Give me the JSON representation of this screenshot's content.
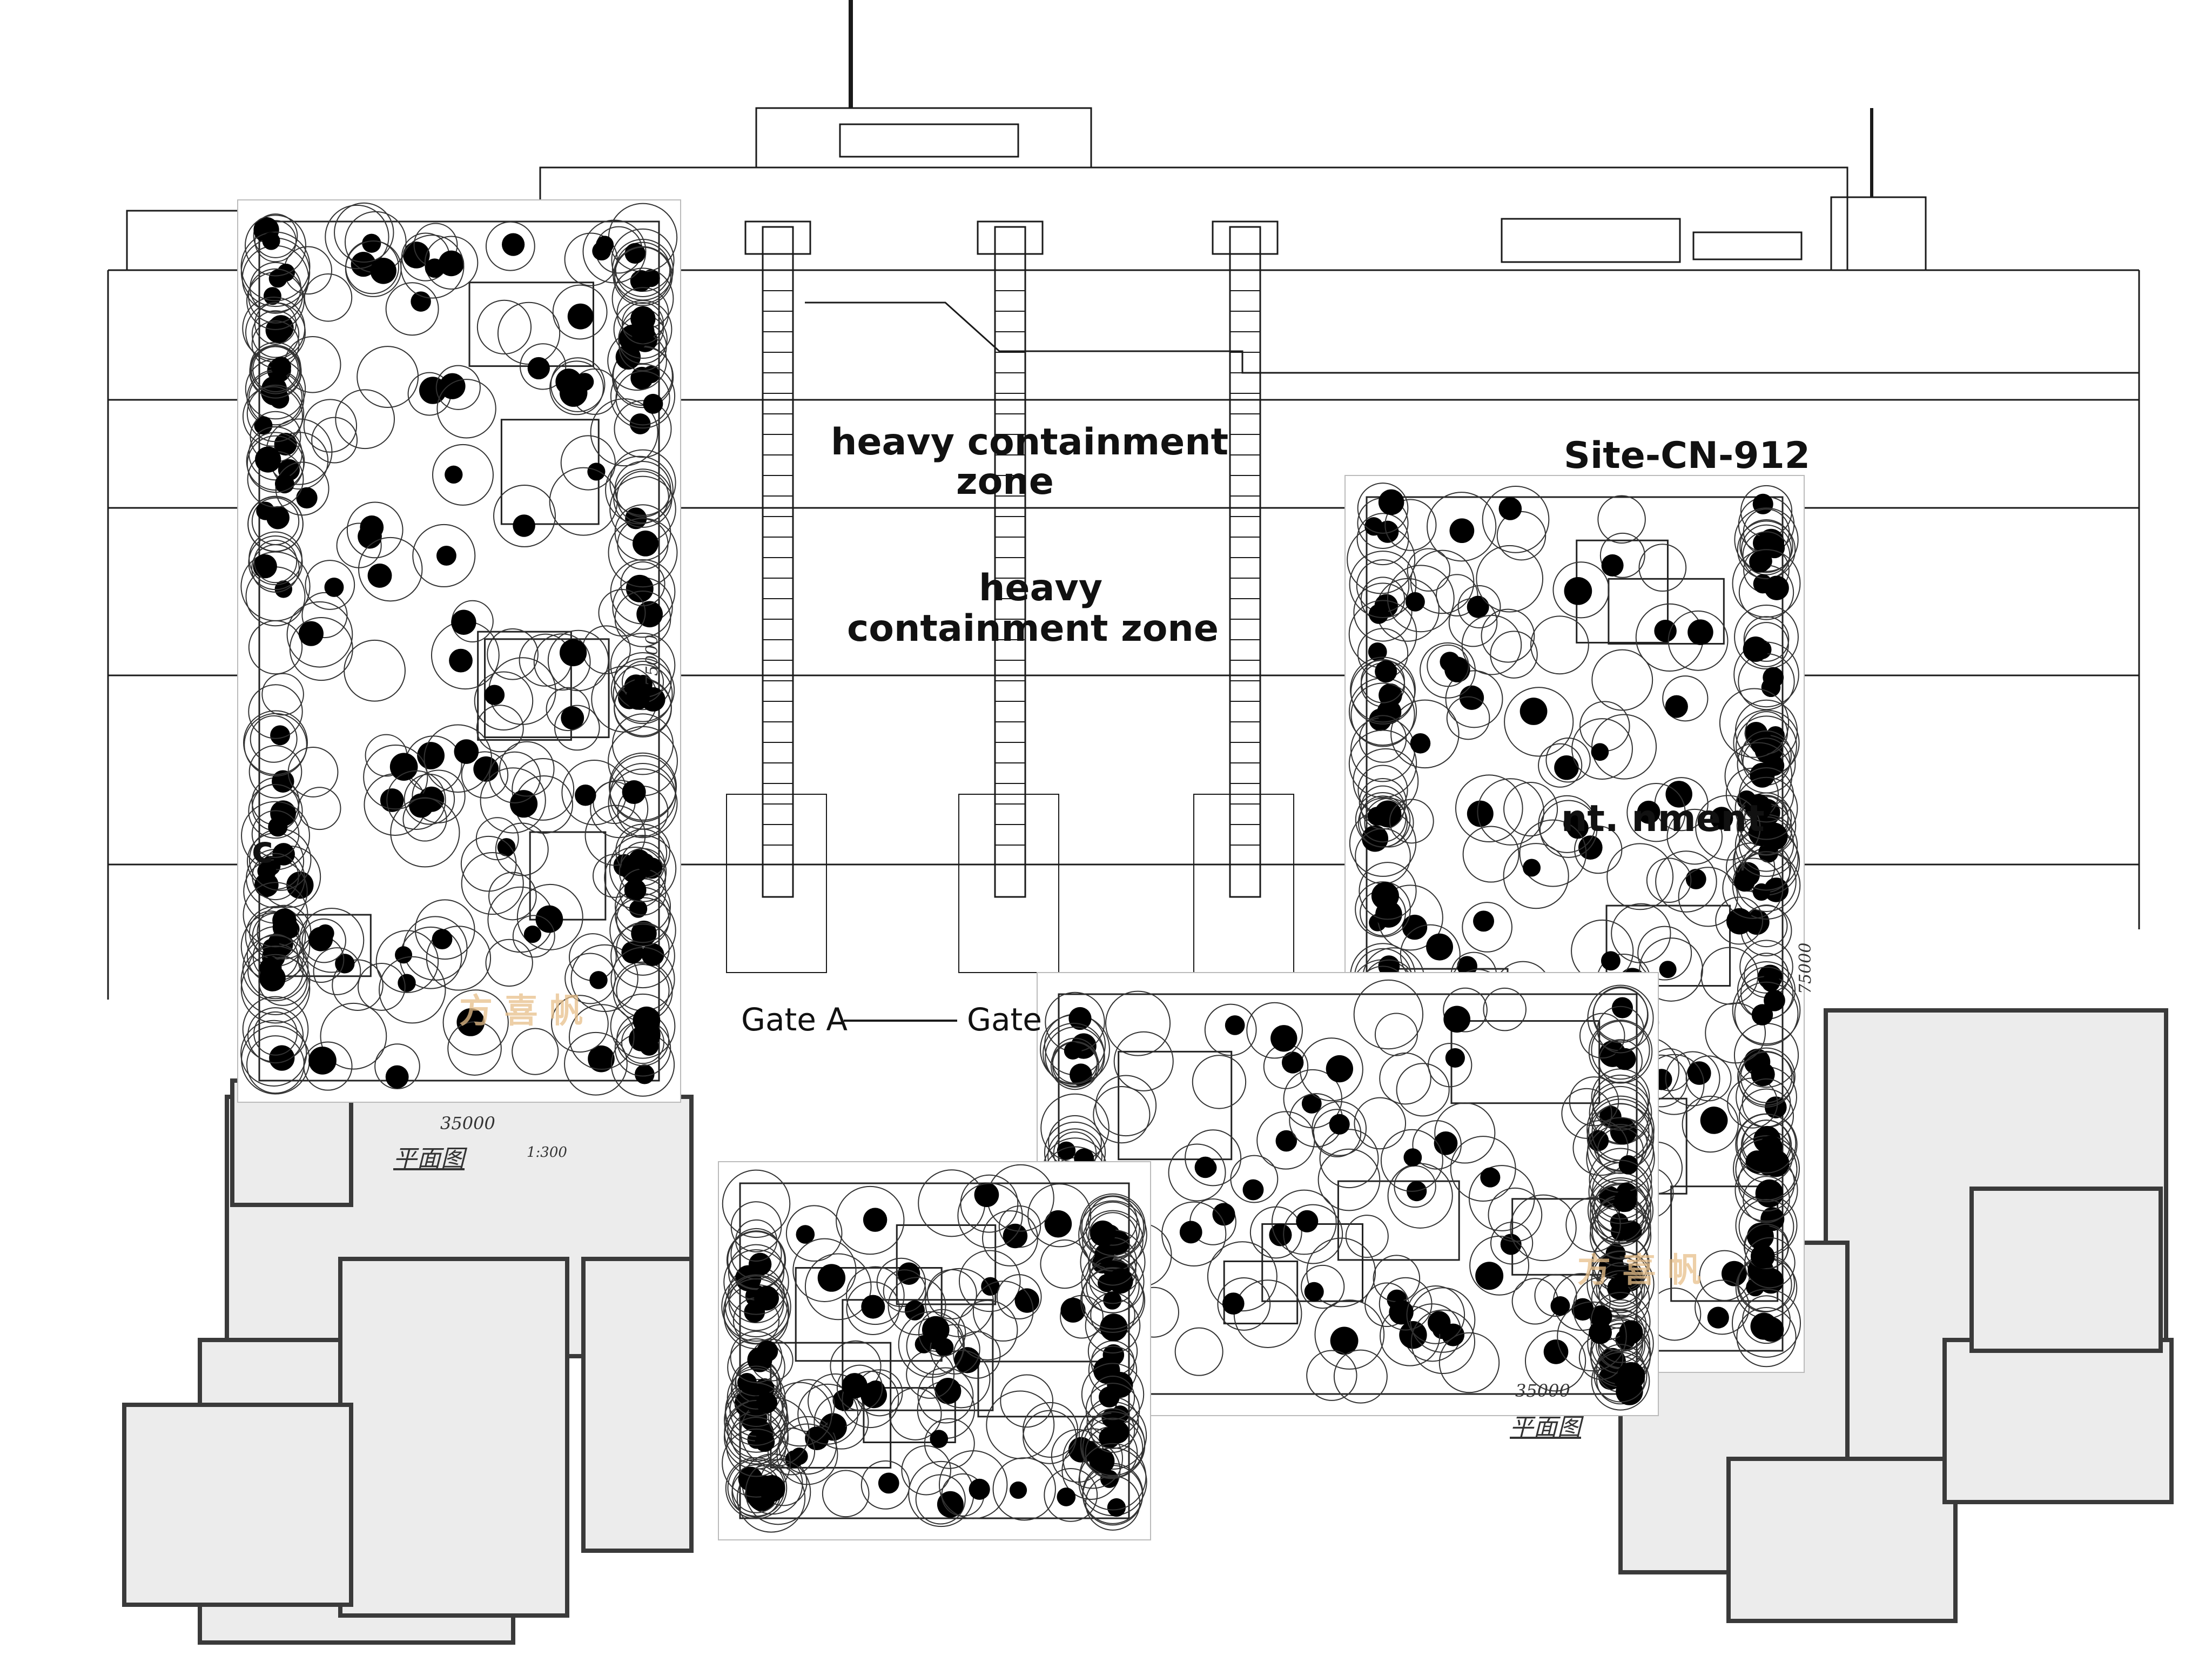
{
  "labels": {
    "zone_top_line1": "heavy containment",
    "zone_top_line2": "zone",
    "zone_mid_line1": "heavy",
    "zone_mid_line2": "containment zone",
    "site_id": "Site-CN-912",
    "partial_right": "nt. nment",
    "partial_left": "c",
    "gate_a": "Gate A",
    "gate_b": "Gate"
  },
  "plan_sheets": {
    "left": {
      "width_dim": "35000",
      "height_dim": "75000",
      "title": "平面图",
      "scale": "1:300",
      "stamp": "方 喜 帆"
    },
    "right": {
      "width_dim": "35000",
      "height_dim": "75000",
      "title": "平面图",
      "stamp": "方 喜 帆"
    }
  },
  "colors": {
    "line": "#1a1a1a",
    "room_fill": "#ececec",
    "wall": "#3a3a3a",
    "tree": "#000000",
    "stamp": "#e8c08a"
  }
}
